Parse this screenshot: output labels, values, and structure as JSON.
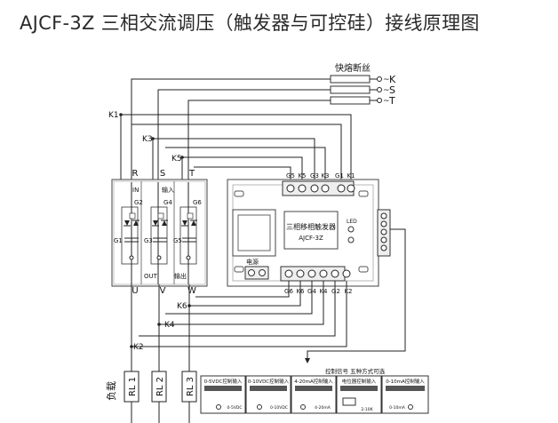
{
  "title": "AJCF-3Z 三相交流调压（触发器与可控硅）接线原理图",
  "fuse": {
    "label": "快熔断丝",
    "phases": [
      "K",
      "S",
      "T"
    ]
  },
  "wire_labels": {
    "k1": "K1",
    "k3": "K3",
    "k5": "K5",
    "k6": "K6",
    "k4": "K4",
    "k2": "K2"
  },
  "scr_module": {
    "top_phases": [
      "R",
      "S",
      "T"
    ],
    "bottom_phases": [
      "U",
      "V",
      "W"
    ],
    "in_label": "IN",
    "in_cn": "输入",
    "out_label": "OUT",
    "out_cn": "输出",
    "gates_top": [
      "G2",
      "G4",
      "G6"
    ],
    "gates_side": [
      "G1",
      "G3",
      "G5"
    ]
  },
  "trigger": {
    "name": "三相移相触发器",
    "model": "AJCF-3Z",
    "top_terminals": [
      "G5",
      "K5",
      "G3",
      "K3",
      "G1",
      "K1"
    ],
    "bottom_terminals": [
      "G6",
      "K6",
      "G4",
      "K4",
      "G2",
      "K2"
    ],
    "led": "LED",
    "power": "电源"
  },
  "load": {
    "label": "负载",
    "items": [
      "RL 1",
      "RL 2",
      "RL 3"
    ]
  },
  "control": {
    "header": "控制信号  五种方式可选",
    "blocks": [
      {
        "title": "0-5VDC控制输入",
        "note": "0-5VDC"
      },
      {
        "title": "0-10VDC控制输入",
        "note": "0-10VDC"
      },
      {
        "title": "4-20mA控制输入",
        "note": "4-20mA"
      },
      {
        "title": "电位器控制输入",
        "note": "2-10K"
      },
      {
        "title": "0-10mA控制输入",
        "note": "0-10mA"
      }
    ]
  }
}
